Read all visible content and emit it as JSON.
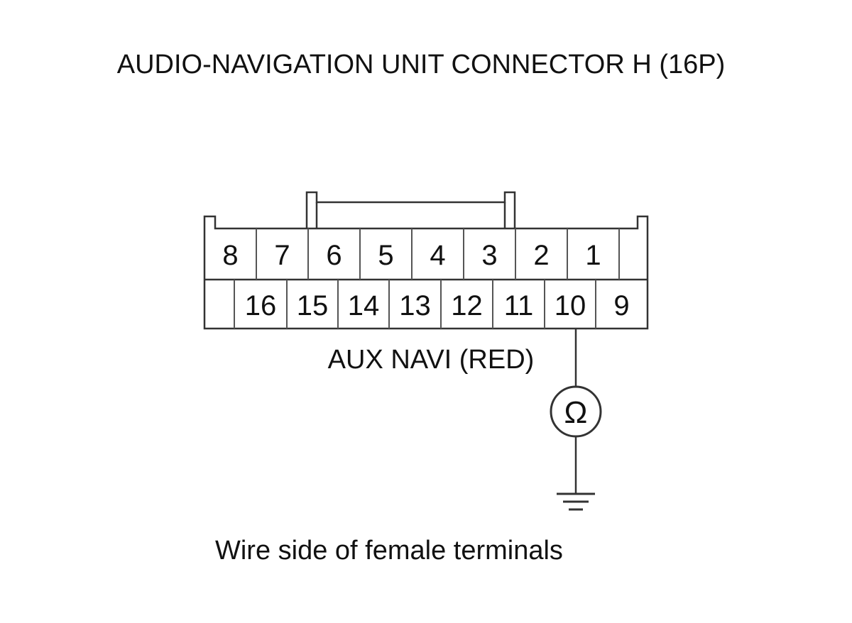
{
  "title": "AUDIO-NAVIGATION UNIT CONNECTOR H (16P)",
  "connector": {
    "top_row": [
      "8",
      "7",
      "6",
      "5",
      "4",
      "3",
      "2",
      "1",
      ""
    ],
    "bottom_row": [
      "",
      "16",
      "15",
      "14",
      "13",
      "12",
      "11",
      "10",
      "9"
    ]
  },
  "wire_label": "AUX NAVI (RED)",
  "meter_symbol": "Ω",
  "caption": "Wire side of female terminals",
  "icons": {
    "meter": "ohmmeter-icon",
    "ground": "ground-icon"
  }
}
